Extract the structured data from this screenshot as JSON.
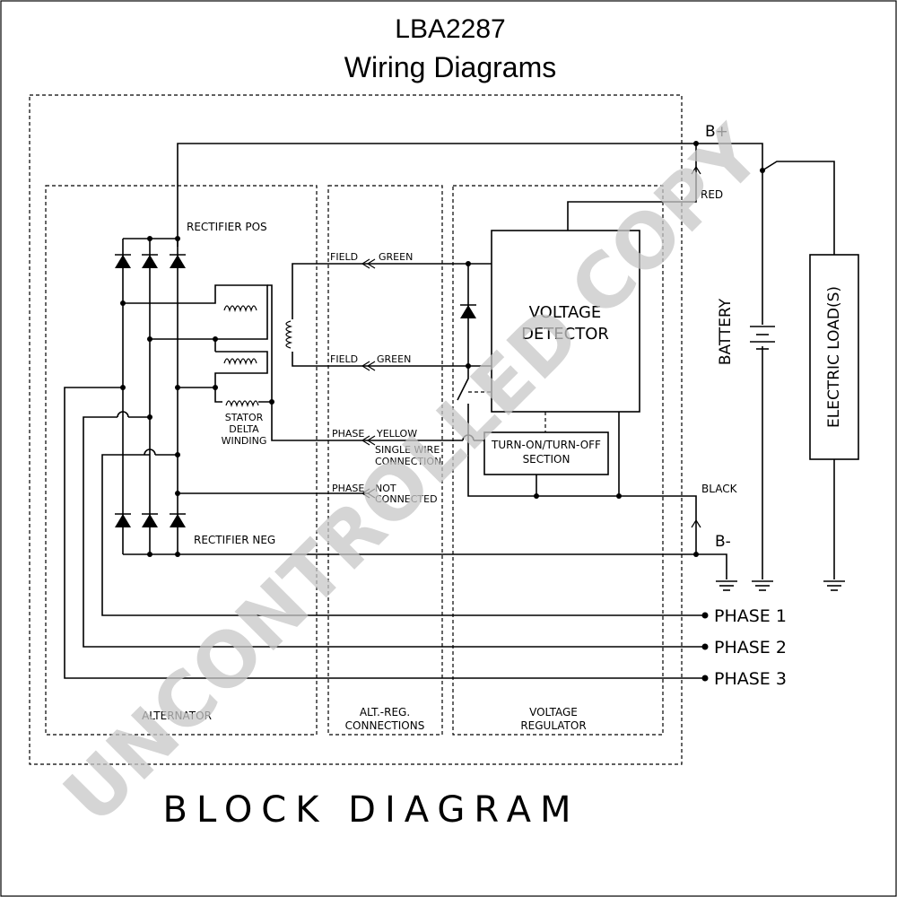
{
  "title": {
    "line1": "LBA2287",
    "line2": "Wiring Diagrams"
  },
  "footer": "BLOCK DIAGRAM",
  "watermark": "UNCONTROLLED COPY",
  "sections": {
    "alternator": "ALTERNATOR",
    "alt_reg_line1": "ALT.-REG.",
    "alt_reg_line2": "CONNECTIONS",
    "vr_line1": "VOLTAGE",
    "vr_line2": "REGULATOR"
  },
  "labels": {
    "rectifier_pos": "RECTIFIER POS",
    "rectifier_neg": "RECTIFIER NEG",
    "stator_1": "STATOR",
    "stator_2": "DELTA",
    "stator_3": "WINDING",
    "voltage_detector_1": "VOLTAGE",
    "voltage_detector_2": "DETECTOR",
    "turn_on_1": "TURN-ON/TURN-OFF",
    "turn_on_2": "SECTION",
    "field_1": "FIELD",
    "green_1": "GREEN",
    "field_2": "FIELD",
    "green_2": "GREEN",
    "phase_a": "PHASE",
    "yellow": "YELLOW",
    "single_wire_1": "SINGLE WIRE",
    "single_wire_2": "CONNECTION",
    "phase_b": "PHASE",
    "not_conn_1": "NOT",
    "not_conn_2": "CONNECTED",
    "red": "RED",
    "black": "BLACK",
    "b_plus": "B+",
    "b_minus": "B-",
    "battery": "BATTERY",
    "electric_load": "ELECTRIC LOAD(S)",
    "phase1": "PHASE 1",
    "phase2": "PHASE 2",
    "phase3": "PHASE 3"
  }
}
